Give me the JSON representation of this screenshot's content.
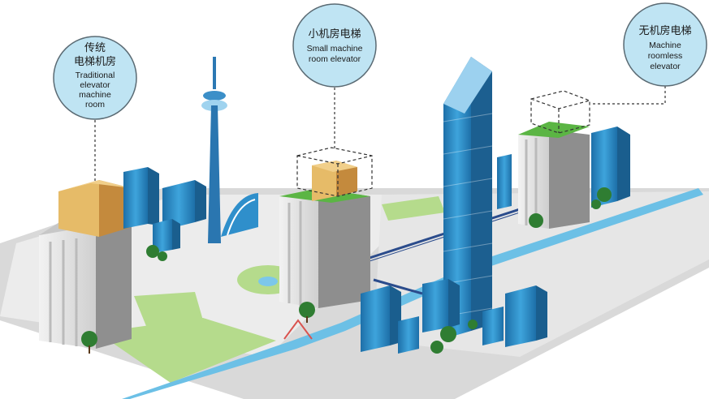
{
  "callouts": {
    "traditional": {
      "zh_line1": "传统",
      "zh_line2": "电梯机房",
      "en_line1": "Traditional",
      "en_line2": "elevator",
      "en_line3": "machine",
      "en_line4": "room"
    },
    "small": {
      "zh_line1": "小机房电梯",
      "en_line1": "Small machine",
      "en_line2": "room elevator"
    },
    "roomless": {
      "zh_line1": "无机房电梯",
      "en_line1": "Machine",
      "en_line2": "roomless",
      "en_line3": "elevator"
    }
  },
  "colors": {
    "bubble_fill": "#bfe4f3",
    "bubble_stroke": "#5a6a73",
    "ground": "#dcdcdc",
    "road": "#f4f4f4",
    "lawn": "#b8dc8f",
    "water": "#6fc1e6",
    "building_gray": "#9b9b9b",
    "building_blue": "#2f8fcb",
    "machine_room": "#e3b45f",
    "roof_green": "#5bb544"
  }
}
